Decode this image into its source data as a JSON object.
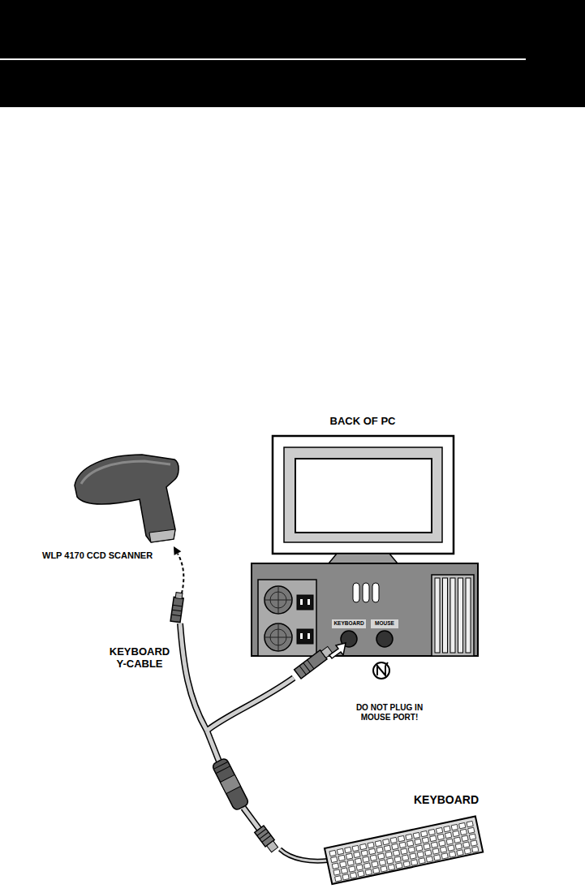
{
  "diagram": {
    "labels": [
      "BACK OF PC",
      "WLP 4170 CCD SCANNER",
      "KEYBOARD",
      "MOUSE",
      "KEYBOARD Y-CABLE",
      "DO NOT PLUG IN MOUSE PORT!",
      "KEYBOARD"
    ]
  }
}
